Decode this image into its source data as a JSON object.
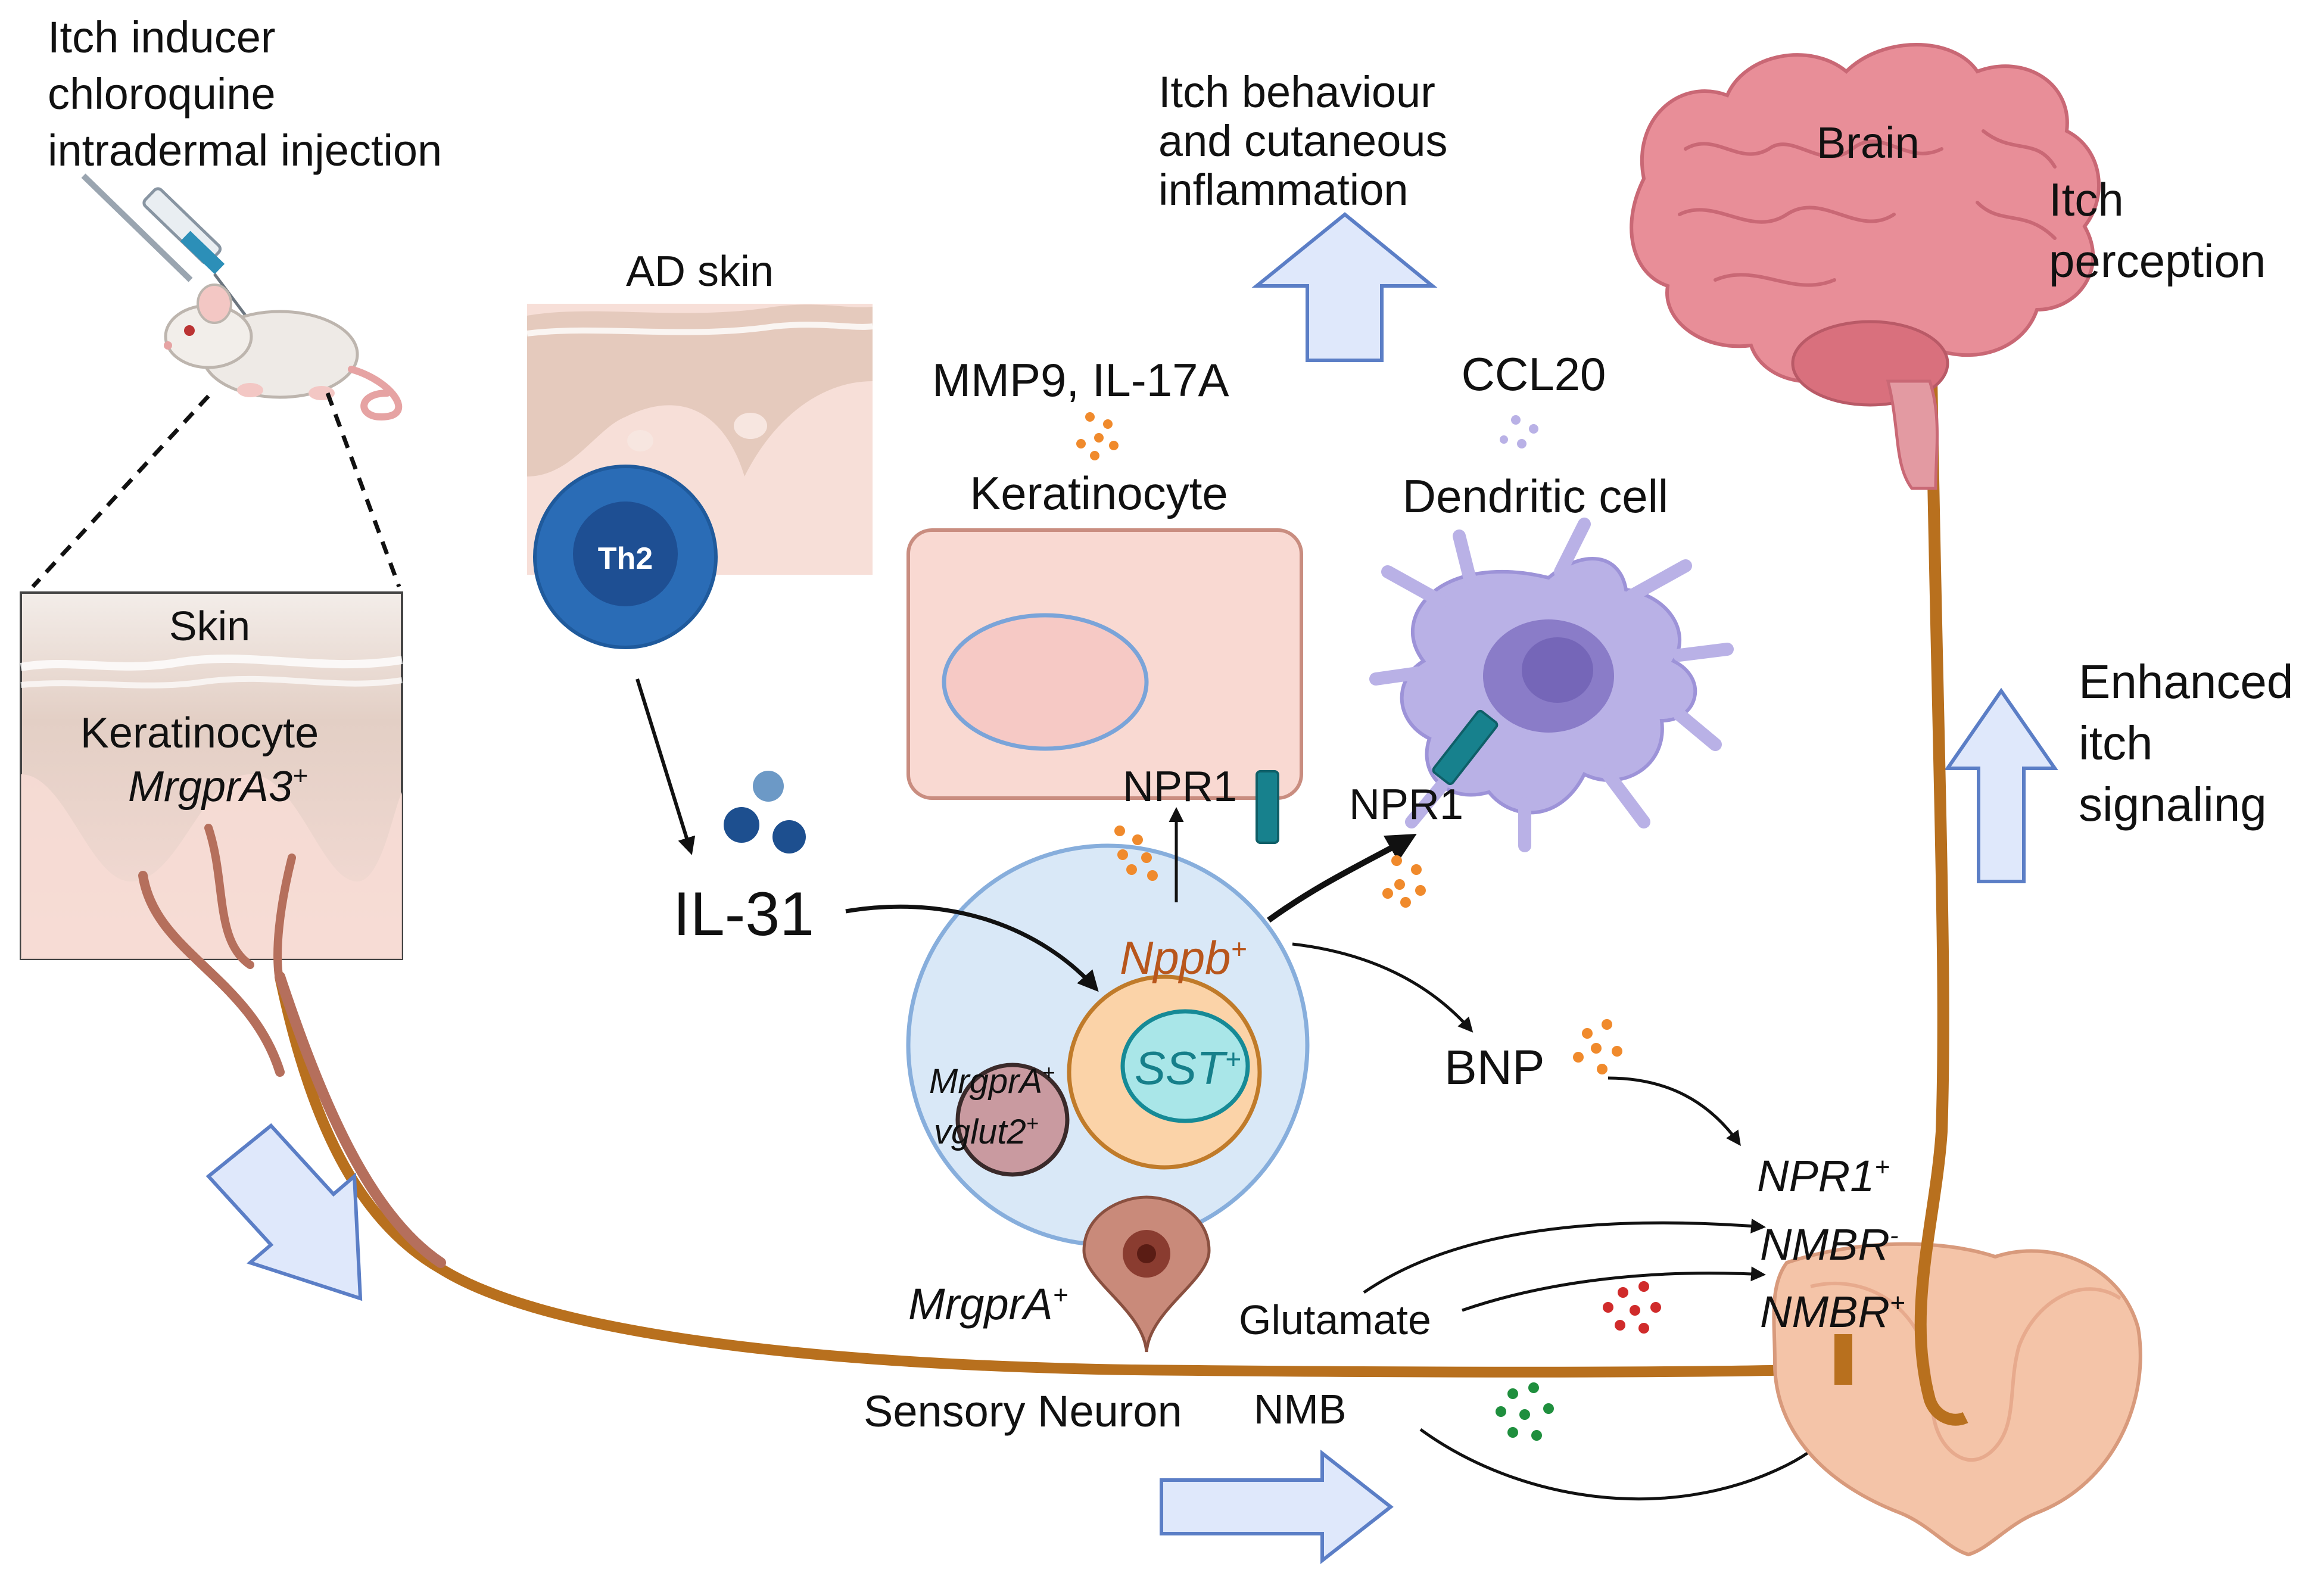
{
  "labels": {
    "inducer_line1": "Itch inducer",
    "inducer_line2": "chloroquine",
    "inducer_line3": "intradermal injection",
    "skin": "Skin",
    "skin_keratinocyte": "Keratinocyte",
    "skin_mrgpra3": "MrgprA3",
    "skin_mrgpra3_sup": "+",
    "ad_skin": "AD skin",
    "th2": "Th2",
    "il31": "IL-31",
    "outcome_line1": "Itch behaviour",
    "outcome_line2": "and cutaneous",
    "outcome_line3": "inflammation",
    "mmp9_il17a": "MMP9, IL-17A",
    "keratinocyte": "Keratinocyte",
    "npr1_keratinocyte": "NPR1",
    "ccl20": "CCL20",
    "dendritic_cell": "Dendritic cell",
    "npr1_dendritic": "NPR1",
    "nppb": "Nppb",
    "nppb_sup": "+",
    "sst": "SST",
    "sst_sup": "+",
    "mrgpra_inner": "MrgprA",
    "mrgpra_inner_sup": "+",
    "vglut2": "vglut2",
    "vglut2_sup": "+",
    "bnp": "BNP",
    "brain": "Brain",
    "itch_perception_line1": "Itch",
    "itch_perception_line2": "perception",
    "enhanced_line1": "Enhanced",
    "enhanced_line2": "itch",
    "enhanced_line3": "signaling",
    "npr1_plus": "NPR1",
    "npr1_plus_sup": "+",
    "nmbr_minus": "NMBR",
    "nmbr_minus_sup": "-",
    "nmbr_plus": "NMBR",
    "nmbr_plus_sup": "+",
    "mrgpra_neuron": "MrgprA",
    "mrgpra_neuron_sup": "+",
    "glutamate": "Glutamate",
    "sensory_neuron": "Sensory Neuron",
    "nmb": "NMB"
  },
  "colors": {
    "nerve": "#b8701e",
    "arrow_fill": "#dfe8fb",
    "arrow_stroke": "#5b7ec6",
    "th2": "#2a6cb6",
    "brain": "#e88e98",
    "spinal_cord": "#f4c4a8",
    "keratinocyte_cell": "#f9d9d2",
    "dendritic_cell": "#b9b1e6",
    "neuron_soma": "#d9e8f7",
    "nppb_text": "#b8561c",
    "sst_text": "#167f8a"
  }
}
